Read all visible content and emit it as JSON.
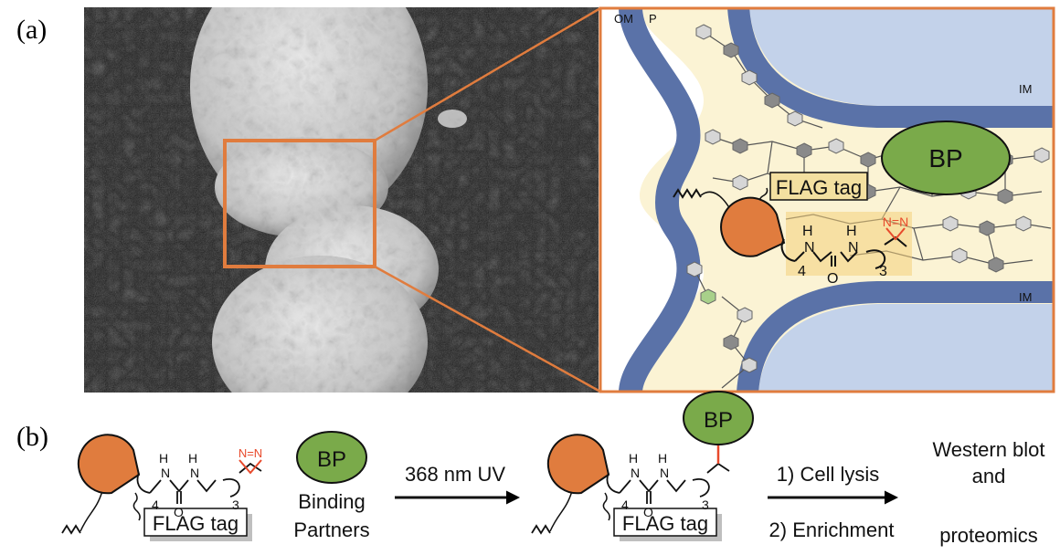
{
  "panel_a": {
    "label": "(a)",
    "membrane_labels": {
      "outer_membrane": "OM",
      "periplasm": "P",
      "inner_membrane_top": "IM",
      "inner_membrane_bottom": "IM"
    },
    "binding_partner": "BP",
    "flag_tag": "FLAG tag",
    "linker_subscripts": {
      "left": "4",
      "right": "3"
    },
    "atoms": {
      "h": "H",
      "n": "N",
      "o": "O",
      "diazirine": "N=N"
    }
  },
  "panel_b": {
    "label": "(b)",
    "flag_tag": "FLAG tag",
    "binding_partner": "BP",
    "binding_partners_line1": "Binding",
    "binding_partners_line2": "Partners",
    "uv_label": "368 nm UV",
    "step1": "1) Cell lysis",
    "step2": "2) Enrichment",
    "result_line1": "Western blot",
    "result_line2": "and",
    "result_line3": "proteomics",
    "linker_subscripts": {
      "left": "4",
      "right": "3"
    },
    "atoms": {
      "h": "H",
      "n": "N",
      "o": "O",
      "diazirine": "N=N"
    }
  },
  "colors": {
    "orange_accent": "#e07c3e",
    "membrane_blue": "#5a72a8",
    "light_blue": "#c3d2ea",
    "periplasm_cream": "#fbf3d4",
    "bp_green": "#7aaa4a",
    "diazirine_red": "#e84a2c",
    "sem_background": "#1b1b1b"
  }
}
